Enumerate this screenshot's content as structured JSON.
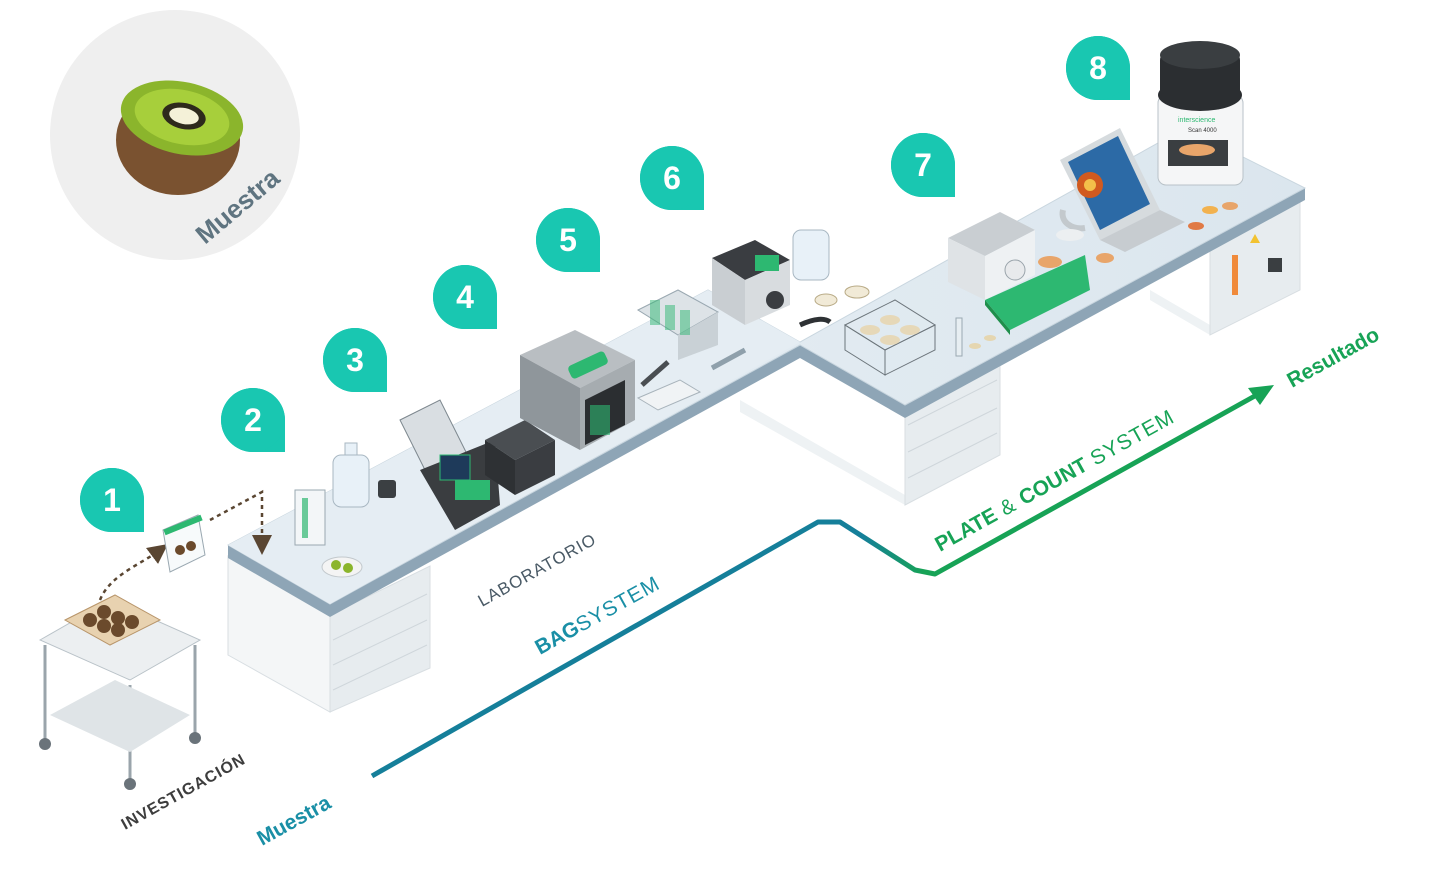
{
  "sample_circle": {
    "label": "Muestra",
    "icon": "kiwi-icon"
  },
  "steps": [
    {
      "number": "1"
    },
    {
      "number": "2"
    },
    {
      "number": "3"
    },
    {
      "number": "4"
    },
    {
      "number": "5"
    },
    {
      "number": "6"
    },
    {
      "number": "7"
    },
    {
      "number": "8"
    }
  ],
  "areas": {
    "investigation": "INVESTIGACIÓN",
    "laboratory": "LABORATORIO"
  },
  "flow": {
    "start": "Muestra",
    "end": "Resultado",
    "bag_system": {
      "bold": "BAG",
      "regular": "SYSTEM"
    },
    "plate_count": {
      "bold1": "PLATE",
      "amp": " & ",
      "bold2": "COUNT",
      "regular": " SYSTEM"
    }
  },
  "equipment": {
    "counter_brand": "interscience",
    "scan_label": "Scan 4000"
  },
  "colors": {
    "teal": "#19c7b1",
    "bag_line": "#157f9a",
    "count_line": "#17a356",
    "bench_top": "#e3edf4",
    "bench_edge": "#8ea5b6"
  }
}
